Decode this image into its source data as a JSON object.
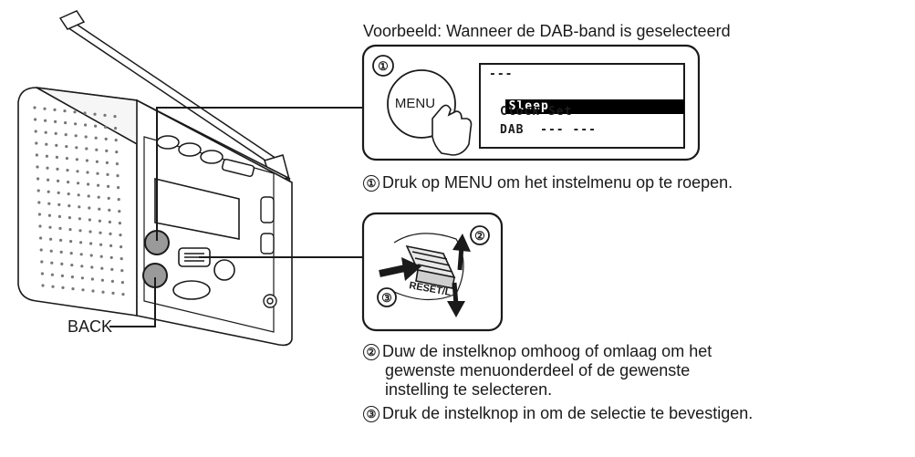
{
  "example_caption": "Voorbeeld: Wanneer de DAB-band is geselecteerd",
  "callout1": {
    "number": "①",
    "menu_button_label": "MENU",
    "display_rows": [
      "---",
      "Sleep",
      "Clock Set",
      "DAB  --- ---"
    ]
  },
  "callout2": {
    "numbers": [
      "②",
      "③"
    ],
    "reset_label": "RESET/L"
  },
  "back_label": "BACK",
  "steps": [
    {
      "number": "①",
      "lines": [
        "Druk op MENU om het instelmenu op te roepen."
      ]
    },
    {
      "number": "②",
      "lines": [
        "Duw de instelknop omhoog of omlaag om het",
        "gewenste menuonderdeel of de gewenste",
        "instelling te selecteren."
      ]
    },
    {
      "number": "③",
      "lines": [
        "Druk de instelknop in om de selectie te bevestigen."
      ]
    }
  ]
}
